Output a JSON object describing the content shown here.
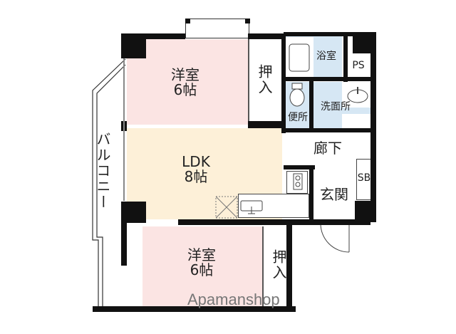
{
  "floorplan": {
    "rooms": {
      "western_room_top": {
        "name": "洋室",
        "size": "6帖"
      },
      "closet_top": {
        "label": "押入"
      },
      "ldk": {
        "name": "LDK",
        "size": "8帖"
      },
      "western_room_bottom": {
        "name": "洋室",
        "size": "6帖"
      },
      "closet_bottom": {
        "label": "押入"
      },
      "bathroom": {
        "label": "浴室"
      },
      "pipe_space": {
        "label": "PS"
      },
      "toilet": {
        "label": "便所"
      },
      "washroom": {
        "label": "洗面所"
      },
      "hallway": {
        "label": "廊下"
      },
      "entrance": {
        "label": "玄関"
      },
      "shoe_box": {
        "label": "SB"
      },
      "balcony": {
        "label": "バルコニー"
      }
    },
    "colors": {
      "western_room": "#fbe4e3",
      "ldk": "#fdf0d8",
      "wet_area": "#d6e7f4",
      "wall": "#111111"
    },
    "watermark": "Apamanshop"
  }
}
